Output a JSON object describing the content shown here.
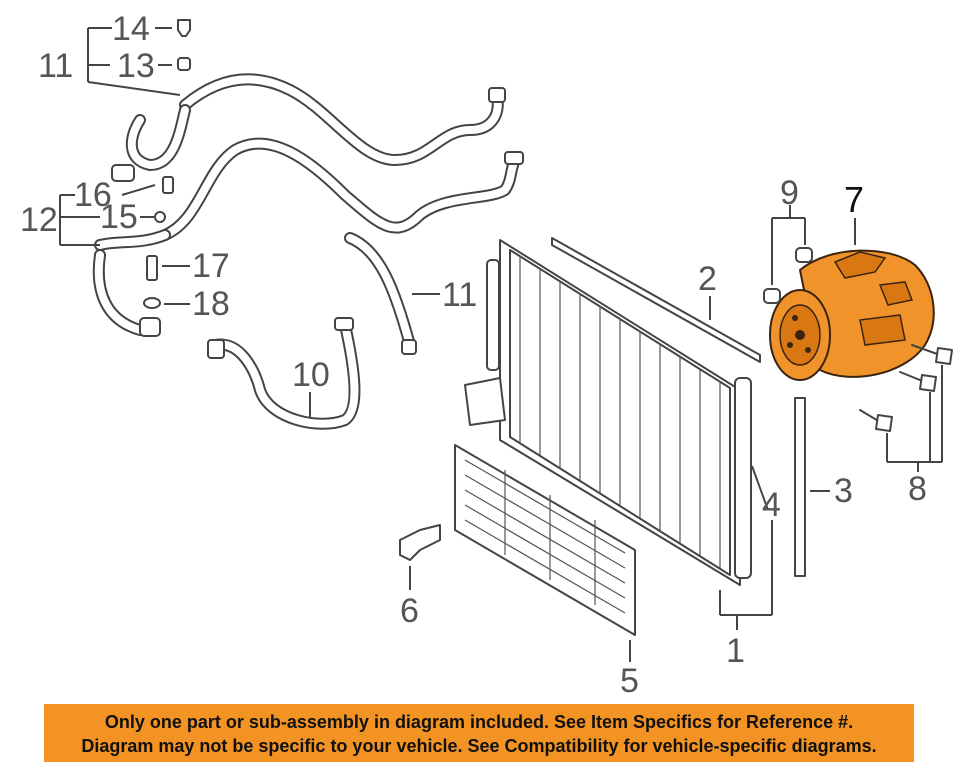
{
  "callouts": {
    "n1": "1",
    "n2": "2",
    "n3": "3",
    "n4": "4",
    "n5": "5",
    "n6": "6",
    "n7": "7",
    "n8": "8",
    "n9": "9",
    "n10": "10",
    "n11a": "11",
    "n11b": "11",
    "n12": "12",
    "n13": "13",
    "n14": "14",
    "n15": "15",
    "n16": "16",
    "n17": "17",
    "n18": "18"
  },
  "highlighted_part": "7",
  "colors": {
    "highlight": "#f0932a",
    "banner": "#f39323",
    "line": "#444444"
  },
  "notice": {
    "line1": "Only one part or sub-assembly in diagram included. See Item Specifics for Reference #.",
    "line2": "Diagram may not be specific to your vehicle. See Compatibility for vehicle-specific diagrams."
  }
}
